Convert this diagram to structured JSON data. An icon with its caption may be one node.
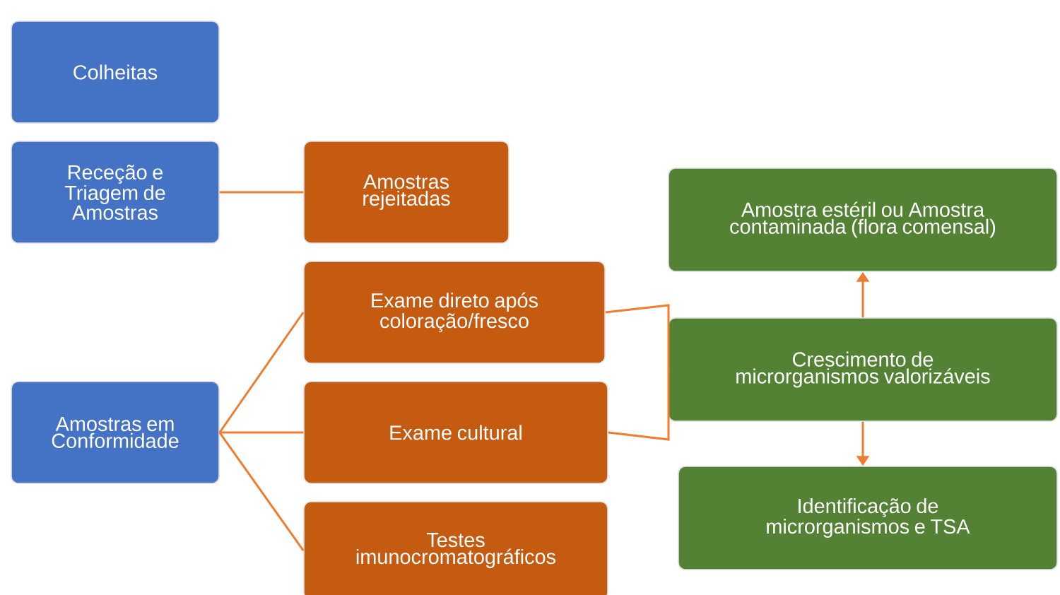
{
  "diagram": {
    "nodes": [
      {
        "text": [
          "Colheitas"
        ]
      },
      {
        "text": [
          "Receção e Triagem de Amostras"
        ]
      },
      {
        "text": [
          "Amostras rejeitadas"
        ]
      },
      {
        "text": [
          "Amostras em Conformidade"
        ]
      },
      {
        "text": [
          "Exame direto após coloração/fresco"
        ]
      },
      {
        "text": [
          "Exame cultural"
        ]
      },
      {
        "text": [
          "Testes imunocromatográficos"
        ]
      },
      {
        "text": [
          "Amostra estéril ou Amostra contaminada (flora comensal)"
        ]
      },
      {
        "text": [
          "Crescimento de microrganismos valorizáveis"
        ]
      },
      {
        "text": [
          "Identificação de microrganismos e TSA"
        ]
      }
    ],
    "edges": [
      {
        "from": 1,
        "to": 2,
        "arrow": "none"
      },
      {
        "from": 3,
        "to": 4,
        "arrow": "none"
      },
      {
        "from": 3,
        "to": 5,
        "arrow": "none"
      },
      {
        "from": 3,
        "to": 6,
        "arrow": "none"
      },
      {
        "from": 4,
        "to": 8,
        "arrow": "none"
      },
      {
        "from": 5,
        "to": 8,
        "arrow": "none"
      },
      {
        "from": 8,
        "to": 7,
        "arrow": "to"
      },
      {
        "from": 8,
        "to": 9,
        "arrow": "to"
      }
    ]
  }
}
